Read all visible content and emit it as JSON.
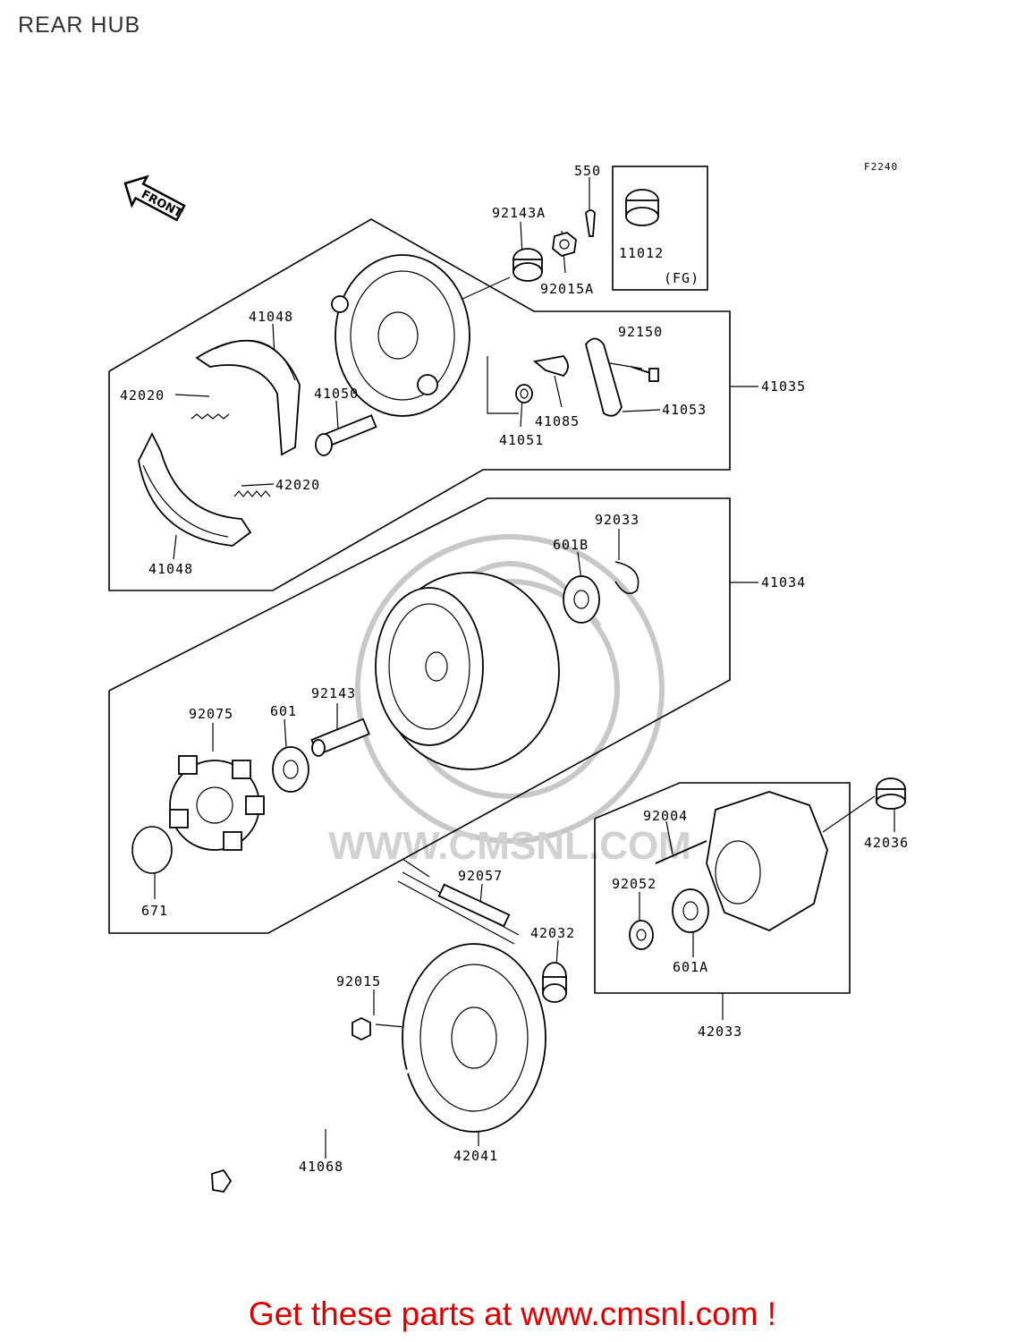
{
  "page": {
    "title": "REAR HUB"
  },
  "diagram": {
    "code": "F2240",
    "front_marker": "FRONT",
    "watermark": "WWW.CMSNL.COM",
    "fg_note": "(FG)",
    "labels": {
      "p550": "550",
      "p92143A": "92143A",
      "p92015A": "92015A",
      "p11012": "11012",
      "p41048a": "41048",
      "p42020a": "42020",
      "p41050": "41050",
      "p41051": "41051",
      "p41085": "41085",
      "p92150": "92150",
      "p41053": "41053",
      "p41035": "41035",
      "p42020b": "42020",
      "p41048b": "41048",
      "p92033": "92033",
      "p601B": "601B",
      "p41034": "41034",
      "p92075": "92075",
      "p601": "601",
      "p92143": "92143",
      "p671": "671",
      "p92057": "92057",
      "p92004": "92004",
      "p42036": "42036",
      "p92052": "92052",
      "p601A": "601A",
      "p42032": "42032",
      "p42033": "42033",
      "p92015": "92015",
      "p41068": "41068",
      "p42041": "42041"
    }
  },
  "footer": {
    "text": "Get these parts at www.cmsnl.com !"
  }
}
